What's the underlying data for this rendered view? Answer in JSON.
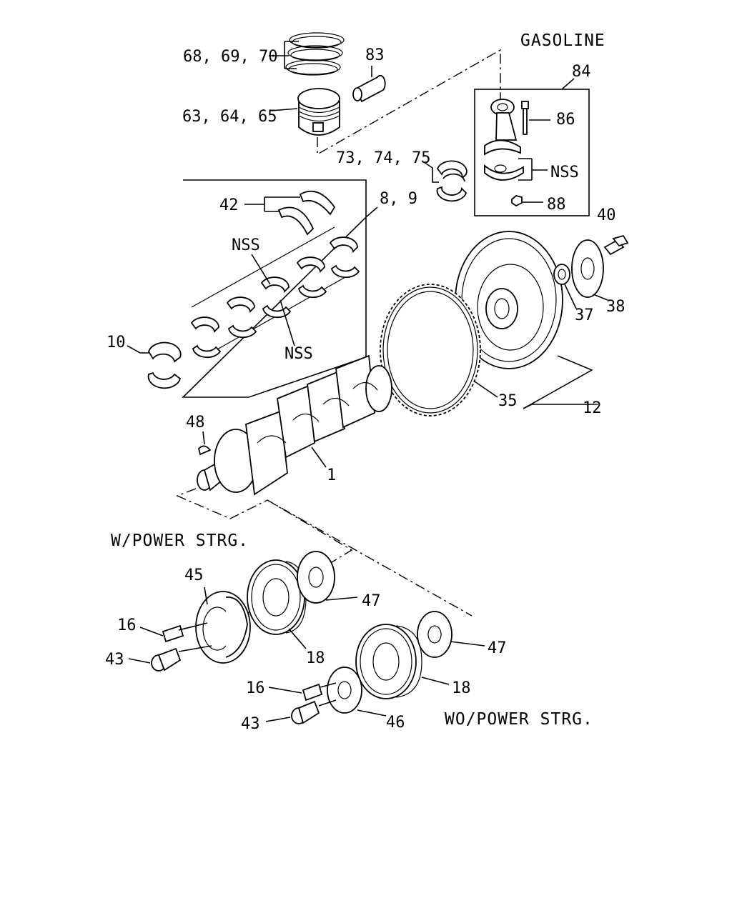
{
  "titles": {
    "gasoline": "GASOLINE",
    "w_power": "W/POWER STRG.",
    "wo_power": "WO/POWER STRG."
  },
  "labels": {
    "l_68_69_70": "68, 69, 70",
    "l_83": "83",
    "l_63_64_65": "63, 64, 65",
    "l_84": "84",
    "l_86": "86",
    "l_73_74_75": "73, 74, 75",
    "l_nss_rod": "NSS",
    "l_88": "88",
    "l_42": "42",
    "l_8_9": "8, 9",
    "l_nss_upper": "NSS",
    "l_nss_lower": "NSS",
    "l_40": "40",
    "l_37": "37",
    "l_38": "38",
    "l_10": "10",
    "l_35": "35",
    "l_12": "12",
    "l_48": "48",
    "l_1": "1",
    "l_45": "45",
    "l_47_a": "47",
    "l_16_a": "16",
    "l_43_a": "43",
    "l_18_a": "18",
    "l_47_b": "47",
    "l_16_b": "16",
    "l_18_b": "18",
    "l_43_b": "43",
    "l_46": "46"
  }
}
